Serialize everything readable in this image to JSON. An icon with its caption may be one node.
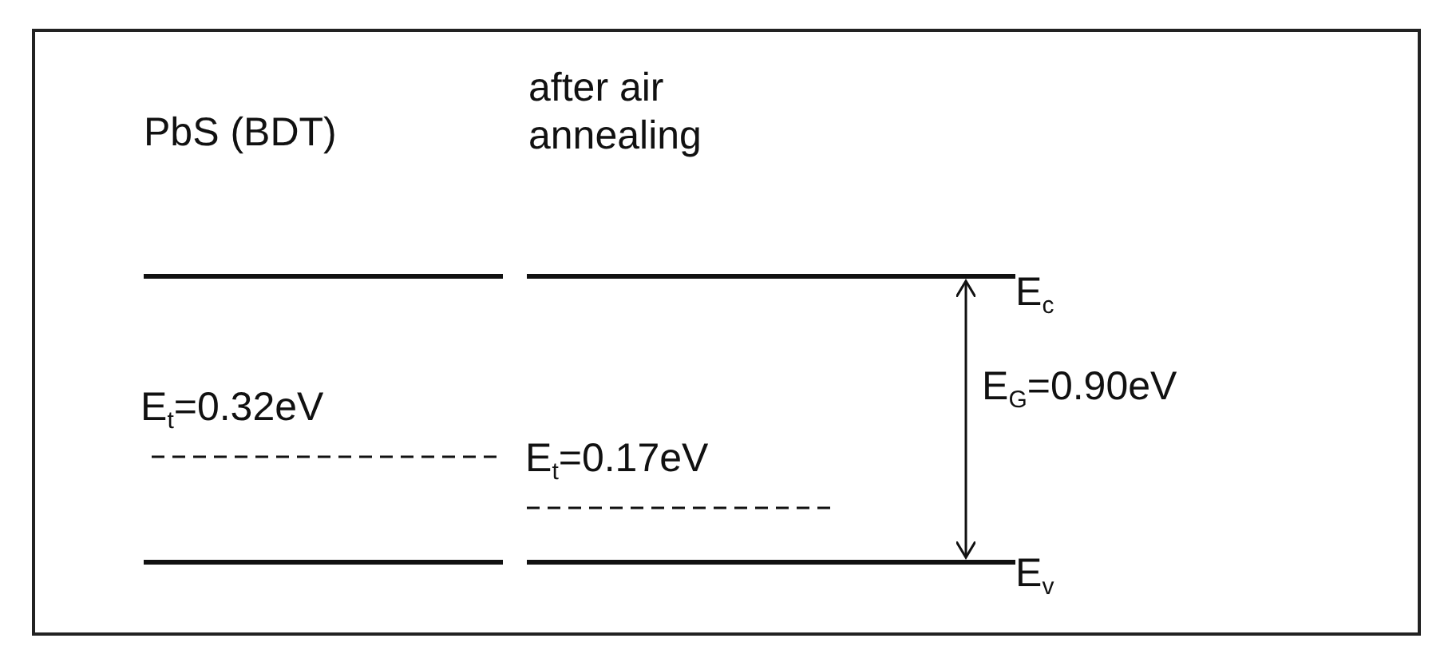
{
  "diagram": {
    "labels": [
      "PbS (BDT)",
      "after air annealing",
      "E$_{c}$",
      "E$_{t}$=0.32eV",
      "E$_{G}$=0.90eV",
      "E$_{t}$=0.17eV",
      "E$_{v}$"
    ]
  }
}
